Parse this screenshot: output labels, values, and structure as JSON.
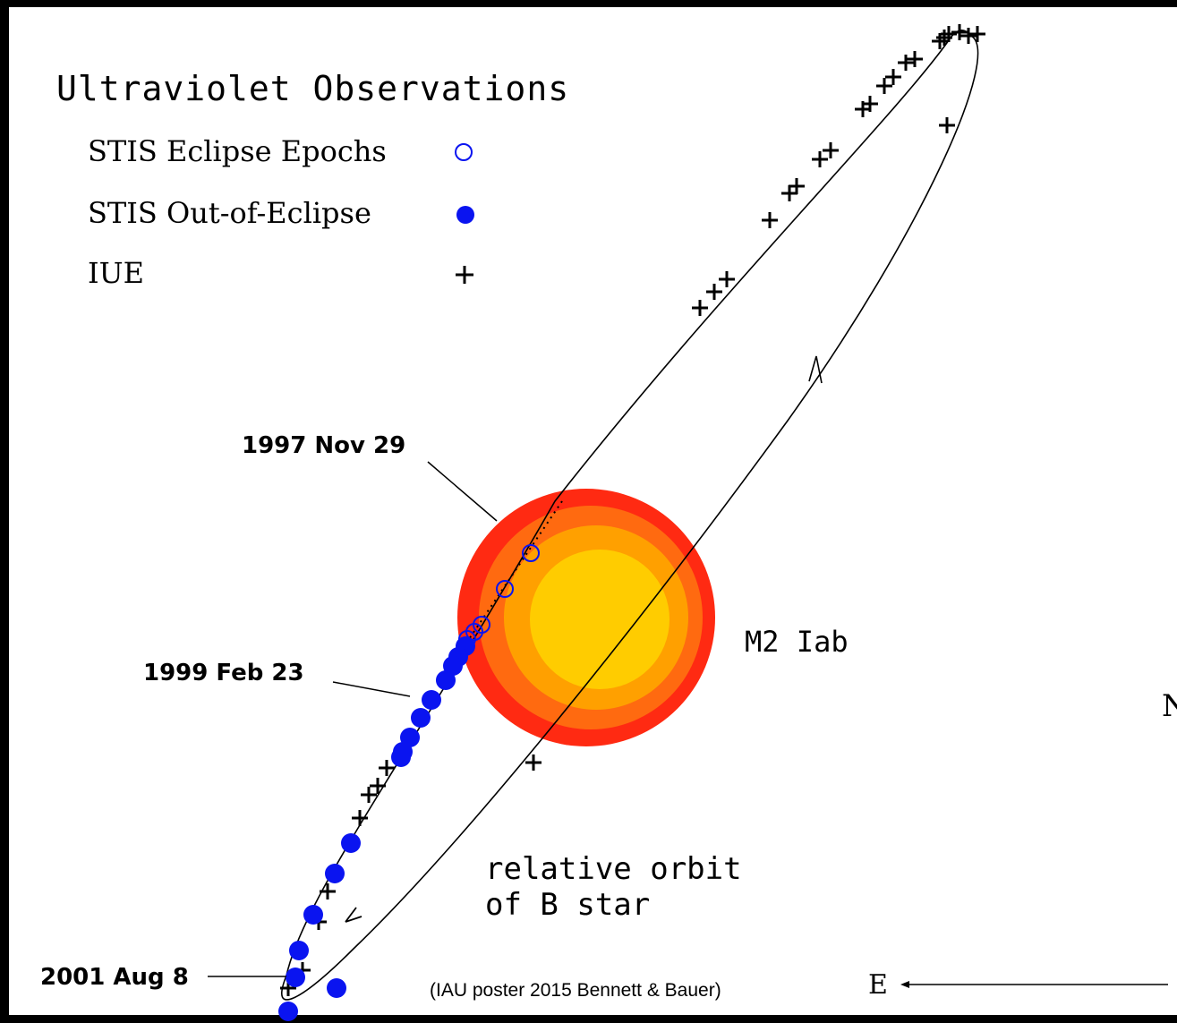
{
  "legend": {
    "title": "Ultraviolet Observations",
    "items": [
      {
        "label": "STIS Eclipse Epochs",
        "marker": "open-circle-icon"
      },
      {
        "label": "STIS Out-of-Eclipse",
        "marker": "filled-circle-icon"
      },
      {
        "label": "IUE",
        "marker": "plus-icon"
      }
    ]
  },
  "labels": {
    "date_1997": "1997 Nov 29",
    "date_1999": "1999 Feb 23",
    "date_2001": "2001 Aug 8",
    "star": "M2 Iab",
    "orbit_line1": "relative orbit",
    "orbit_line2": "of B star",
    "credit": "(IAU poster 2015 Bennett & Bauer)",
    "east": "E",
    "north_partial": "N"
  },
  "colors": {
    "panel_bg": "#ffffff",
    "frame": "#000000",
    "stis": "#0a14f0",
    "star_outer": "#ff2a12",
    "star_mid": "#ff6a10",
    "star_ring": "#ffa000",
    "star_core": "#ffcc00"
  }
}
